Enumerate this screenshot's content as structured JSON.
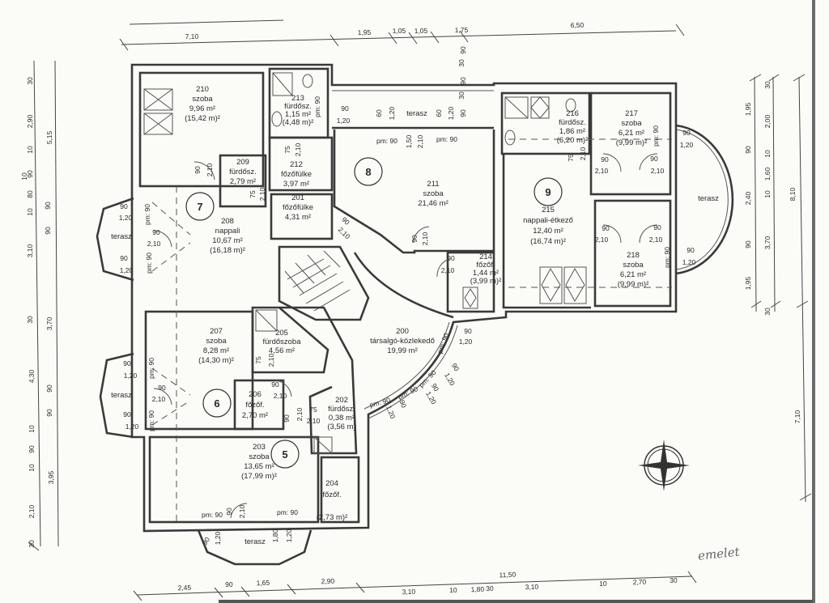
{
  "note": "emelet",
  "rooms": [
    {
      "no": "210",
      "name": "szoba",
      "area": "9,96 m²",
      "gross": "(15,42 m)²"
    },
    {
      "no": "213",
      "name": "fürdősz.",
      "area": "1,15 m²",
      "gross": "(4,48 m)²"
    },
    {
      "no": "209",
      "name": "fürdősz.",
      "area": "2,79 m²",
      "gross": ""
    },
    {
      "no": "212",
      "name": "főzőfülke",
      "area": "3,97 m²",
      "gross": ""
    },
    {
      "no": "201",
      "name": "főzőfülke",
      "area": "4,31 m²",
      "gross": ""
    },
    {
      "no": "208",
      "name": "nappali",
      "area": "10,67 m²",
      "gross": "(16,18 m)²"
    },
    {
      "no": "211",
      "name": "szoba",
      "area": "21,46 m²",
      "gross": ""
    },
    {
      "no": "214",
      "name": "főzőf.",
      "area": "1,44 m²",
      "gross": "(3,99 m)²"
    },
    {
      "no": "216",
      "name": "fürdősz.",
      "area": "1,86 m²",
      "gross": "(6,20 m)²"
    },
    {
      "no": "217",
      "name": "szoba",
      "area": "6,21 m²",
      "gross": "(9,99 m)²"
    },
    {
      "no": "215",
      "name": "nappali-étkező",
      "area": "12,40 m²",
      "gross": "(16,74 m)²"
    },
    {
      "no": "218",
      "name": "szoba",
      "area": "6,21 m²",
      "gross": "(9,99 m)²"
    },
    {
      "no": "207",
      "name": "szoba",
      "area": "8,28 m²",
      "gross": "(14,30 m)²"
    },
    {
      "no": "205",
      "name": "fürdőszoba",
      "area": "4,56 m²",
      "gross": ""
    },
    {
      "no": "206",
      "name": "főzőf.",
      "area": "2,70 m²",
      "gross": ""
    },
    {
      "no": "202",
      "name": "fürdősz.",
      "area": "0,38 m²",
      "gross": "(3,56 m)"
    },
    {
      "no": "200",
      "name": "társalgó-közlekedő",
      "area": "19,99 m²",
      "gross": ""
    },
    {
      "no": "203",
      "name": "szoba",
      "area": "13,65 m²",
      "gross": "(17,99 m)²"
    },
    {
      "no": "204",
      "name": "főzőf.",
      "area": "",
      "gross": "(2,73 m)²"
    }
  ],
  "units": [
    "7",
    "8",
    "9",
    "6",
    "5"
  ],
  "terraces": [
    "terasz",
    "terasz",
    "terasz",
    "terasz",
    "terasz",
    "terasz"
  ],
  "annotations": [
    "pm: 90",
    "90",
    "1,20",
    "60",
    "1,20",
    "60",
    "1,20",
    "90",
    "pm: 90",
    "pm: 90",
    "1,50",
    "2,10",
    "75",
    "2,10",
    "90",
    "2,10",
    "75",
    "2,10",
    "pm: 90",
    "90",
    "2,10",
    "pm: 90",
    "90",
    "1,20",
    "90",
    "1,20",
    "90",
    "2,10",
    "90",
    "2,10",
    "90",
    "2,10",
    "75",
    "2,10",
    "90",
    "2,10",
    "pm: 90",
    "90",
    "1,20",
    "90",
    "2,10",
    "90",
    "2,10",
    "90",
    "2,10",
    "pm: 90",
    "90",
    "1,20",
    "90",
    "1,20",
    "pm: 90",
    "90",
    "2,10",
    "90",
    "1,20",
    "pm: 90",
    "75",
    "2,10",
    "90",
    "2,10",
    "90",
    "2,10",
    "75",
    "2,10",
    "pm: 90",
    "pm: 90",
    "pm: 90",
    "pm: 90",
    "90",
    "1,20",
    "90",
    "1,20",
    "90",
    "1,20",
    "90",
    "1,20",
    "90",
    "2,10",
    "pm: 90",
    "pm: 90",
    "90",
    "1,20",
    "1,80",
    "1,20",
    "90",
    "30",
    "90",
    "30"
  ],
  "dimensions": {
    "top": [
      "7,10",
      "1,95",
      "1,05",
      "1,05",
      "1,75",
      "6,50"
    ],
    "bottom": [
      "2,45",
      "90",
      "1,65",
      "2,90",
      "11,50",
      "3,10",
      "10",
      "1,80",
      "30",
      "3,10",
      "10",
      "2,70",
      "30"
    ],
    "left_inner": [
      "30",
      "2,90",
      "10",
      "90",
      "10",
      "80",
      "10",
      "3,10",
      "30",
      "4,30",
      "10",
      "90",
      "10",
      "2,10",
      "30"
    ],
    "left_outer": [
      "5,15",
      "90",
      "90",
      "3,70",
      "90",
      "90",
      "3,95"
    ],
    "right_1": [
      "1,95",
      "90",
      "2,40",
      "90",
      "1,95"
    ],
    "right_2": [
      "30",
      "2,00",
      "10",
      "1,60",
      "10",
      "3,70",
      "30"
    ],
    "right_3": [
      "8,10",
      "7,10"
    ]
  }
}
